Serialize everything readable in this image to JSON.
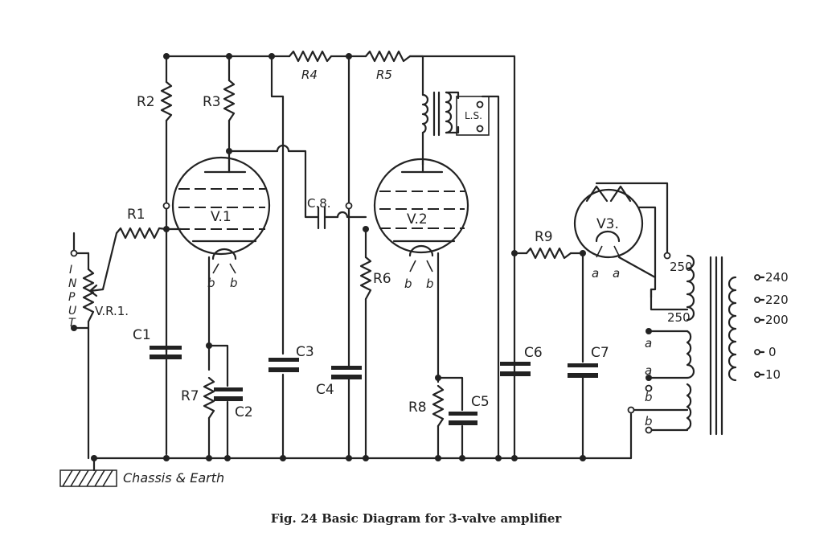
{
  "caption": "Fig. 24 Basic Diagram for 3-valve amplifier",
  "labels": {
    "r1": "R1",
    "r2": "R2",
    "r3": "R3",
    "r4": "R4",
    "r5": "R5",
    "r6": "R6",
    "r7": "R7",
    "r8": "R8",
    "r9": "R9",
    "c1": "C1",
    "c2": "C2",
    "c3": "C3",
    "c4": "C4",
    "c5": "C5",
    "c6": "C6",
    "c7": "C7",
    "c8": "C.8.",
    "v1": "V.1",
    "v2": "V.2",
    "v3": "V3.",
    "vr1": "V.R.1.",
    "ls": "L.S.",
    "input": [
      "I",
      "N",
      "P",
      "U",
      "T"
    ],
    "chassis": "Chassis & Earth",
    "heater_b": "b",
    "heater_a": "a",
    "tap_250_top": "250",
    "tap_250_bottom": "250",
    "primary_taps": [
      "240",
      "220",
      "200",
      "0",
      "10"
    ],
    "secondary_a": "a",
    "secondary_b": "b"
  }
}
